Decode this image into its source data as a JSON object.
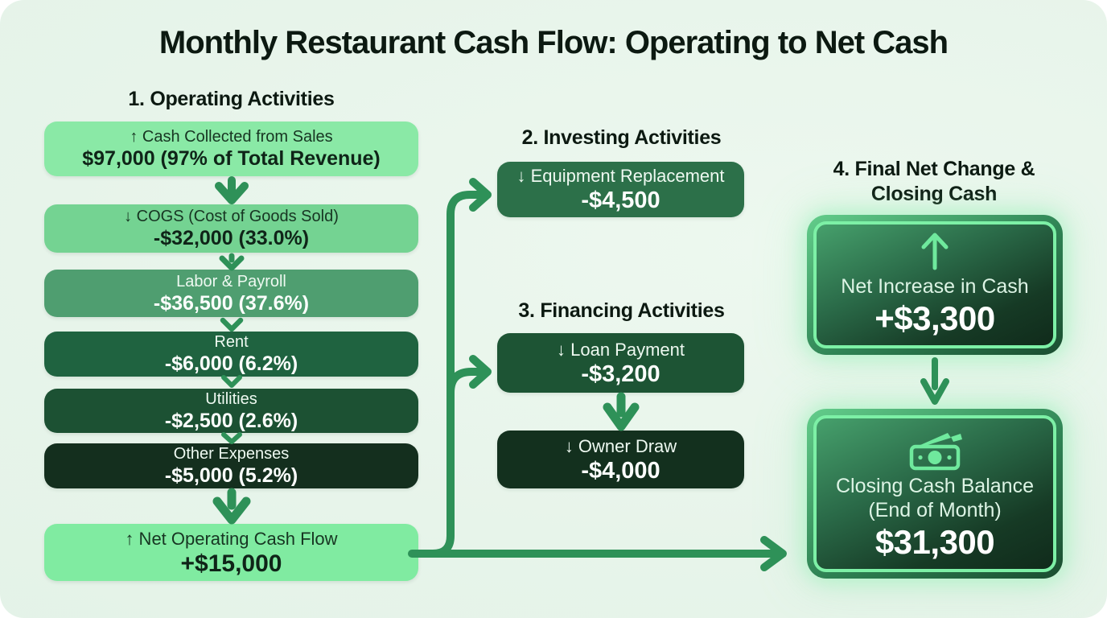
{
  "title": "Monthly Restaurant Cash Flow: Operating to Net Cash",
  "colors": {
    "background": "#e8f4ea",
    "connector": "#2e9158",
    "accent_glow": "#7df0a6",
    "node_fills_operating": [
      "#8ae9a6",
      "#74d392",
      "#4f9e70",
      "#1f6340",
      "#1c5133",
      "#142f1e",
      "#80eba1"
    ],
    "node_fills_investing": [
      "#2c7049"
    ],
    "node_fills_financing": [
      "#1d5434",
      "#13301e"
    ]
  },
  "sections": {
    "operating": {
      "heading": "1. Operating Activities",
      "nodes": [
        {
          "label": "↑ Cash Collected from Sales",
          "value": "$97,000 (97% of Total Revenue)"
        },
        {
          "label": "↓ COGS (Cost of Goods Sold)",
          "value": "-$32,000 (33.0%)"
        },
        {
          "label": "Labor & Payroll",
          "value": "-$36,500 (37.6%)"
        },
        {
          "label": "Rent",
          "value": "-$6,000 (6.2%)"
        },
        {
          "label": "Utilities",
          "value": "-$2,500 (2.6%)"
        },
        {
          "label": "Other Expenses",
          "value": "-$5,000 (5.2%)"
        },
        {
          "label": "↑ Net Operating Cash Flow",
          "value": "+$15,000"
        }
      ]
    },
    "investing": {
      "heading": "2. Investing Activities",
      "nodes": [
        {
          "label": "↓ Equipment Replacement",
          "value": "-$4,500"
        }
      ]
    },
    "financing": {
      "heading": "3. Financing Activities",
      "nodes": [
        {
          "label": "↓ Loan Payment",
          "value": "-$3,200"
        },
        {
          "label": "↓ Owner Draw",
          "value": "-$4,000"
        }
      ]
    },
    "final": {
      "heading_line1": "4. Final Net Change &",
      "heading_line2": "Closing Cash",
      "nodes": [
        {
          "icon": "up-arrow-icon",
          "label": "Net Increase in Cash",
          "value": "+$3,300"
        },
        {
          "icon": "cash-icon",
          "label": "Closing Cash Balance",
          "sublabel": "(End of Month)",
          "value": "$31,300"
        }
      ]
    }
  }
}
